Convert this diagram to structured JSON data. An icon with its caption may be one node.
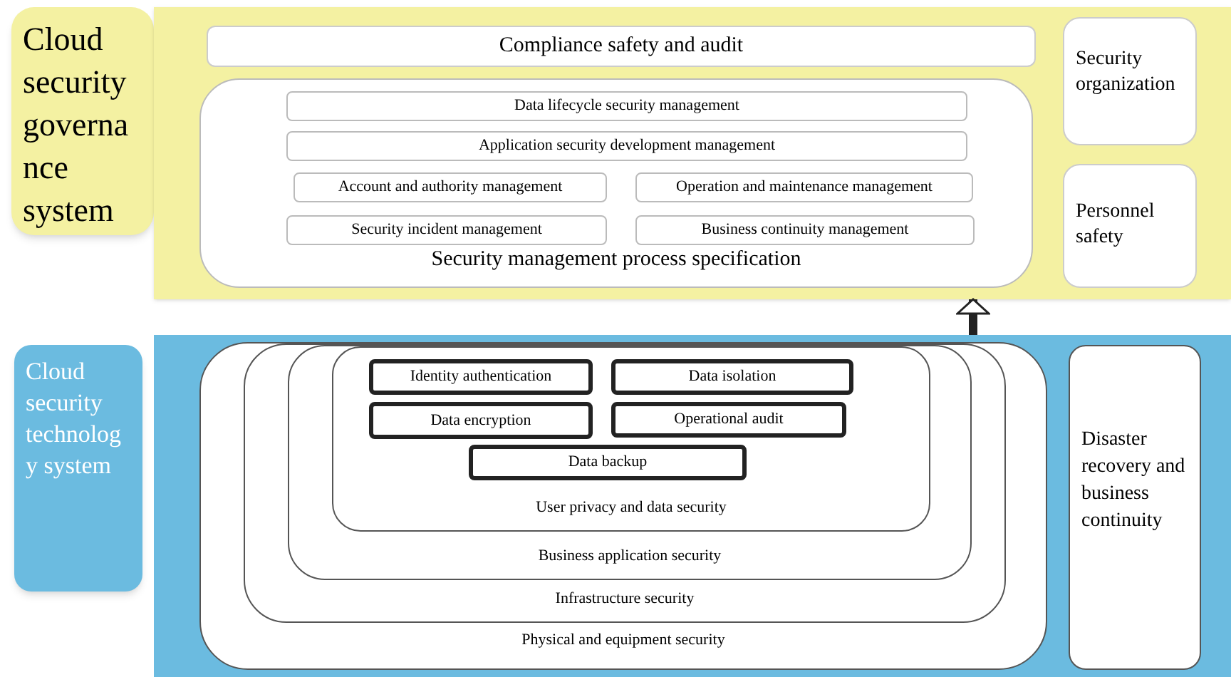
{
  "diagram": {
    "nodes": [
      {
        "text": [
          "Cloud security governance system"
        ]
      },
      {
        "text": [],
        "shape": "box"
      },
      {
        "text": [
          "Compliance safety and audit"
        ],
        "in": 1
      },
      {
        "text": [
          "Security management process specification"
        ],
        "in": 1
      },
      {
        "text": [
          "Data lifecycle security management"
        ],
        "in": 3
      },
      {
        "text": [
          "Application security development management"
        ],
        "in": 3
      },
      {
        "text": [
          "Account and authority management"
        ],
        "in": 3
      },
      {
        "text": [
          "Operation and maintenance management"
        ],
        "in": 3
      },
      {
        "text": [
          "Security incident management"
        ],
        "in": 3
      },
      {
        "text": [
          "Business continuity management"
        ],
        "in": 3
      },
      {
        "text": [
          "Security organization"
        ],
        "in": 1
      },
      {
        "text": [
          "Personnel safety"
        ],
        "in": 1
      },
      {
        "text": [
          "Cloud security technology system"
        ]
      },
      {
        "text": [],
        "shape": "box"
      },
      {
        "text": [
          "Physical and equipment security"
        ],
        "in": 13
      },
      {
        "text": [
          "Infrastructure security"
        ],
        "in": 14
      },
      {
        "text": [
          "Business application security"
        ],
        "in": 15
      },
      {
        "text": [
          "User privacy and data security"
        ],
        "in": 16
      },
      {
        "text": [
          "Identity authentication"
        ],
        "in": 17
      },
      {
        "text": [
          "Data isolation"
        ],
        "in": 17
      },
      {
        "text": [
          "Data encryption"
        ],
        "in": 17
      },
      {
        "text": [
          "Operational audit"
        ],
        "in": 17
      },
      {
        "text": [
          "Data backup"
        ],
        "in": 17
      },
      {
        "text": [
          "Disaster recovery and business continuity"
        ],
        "in": 13
      }
    ],
    "edges": [
      {
        "from": 13,
        "to": 1,
        "arrow": "to"
      }
    ]
  }
}
